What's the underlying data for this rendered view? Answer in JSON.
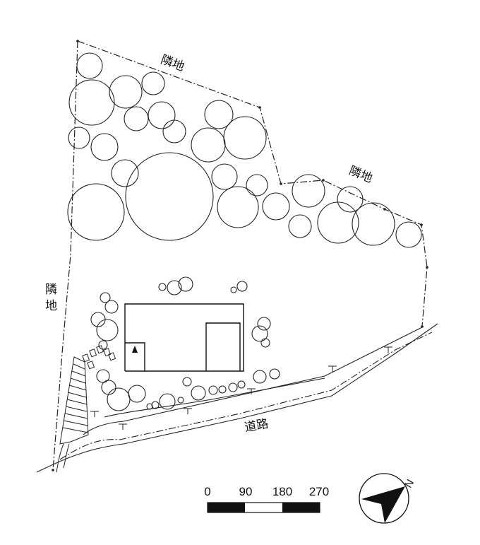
{
  "labels": {
    "neighbor_top": "隣地",
    "neighbor_right": "隣地",
    "neighbor_left_1": "隣",
    "neighbor_left_2": "地",
    "road": "道路"
  },
  "scale_bar": {
    "ticks": [
      "0",
      "90",
      "180",
      "270"
    ]
  },
  "north_arrow": {
    "letter": "N",
    "icon": "north-arrow-icon"
  }
}
